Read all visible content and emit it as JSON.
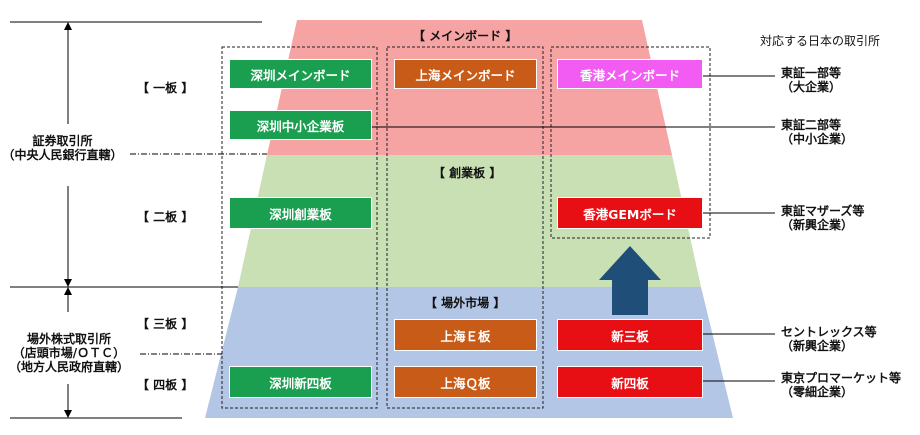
{
  "header": {
    "japan_exchanges": "対応する日本の取引所"
  },
  "zones": {
    "main": "【 メインボード 】",
    "chinext": "【 創業板 】",
    "otc": "【 場外市場 】"
  },
  "tiers": {
    "tier1": "【 一板 】",
    "tier2": "【 二板 】",
    "tier3": "【 三板 】",
    "tier4": "【 四板 】"
  },
  "left_labels": {
    "securities_exchange": [
      "証券取引所",
      "（中央人民銀行直轄）"
    ],
    "otc_exchange": [
      "場外株式取引所",
      "（店頭市場/ＯＴＣ）",
      "（地方人民政府直轄）"
    ]
  },
  "boxes": {
    "shenzhen_main": "深圳メインボード",
    "shanghai_main": "上海メインボード",
    "hongkong_main": "香港メインボード",
    "shenzhen_sme": "深圳中小企業板",
    "shenzhen_chinext": "深圳創業板",
    "hongkong_gem": "香港GEMボード",
    "shanghai_e": "上海Ｅ板",
    "new_third": "新三板",
    "shenzhen_new4": "深圳新四板",
    "shanghai_q": "上海Ｑ板",
    "new_fourth": "新四板"
  },
  "japan": {
    "tse1": [
      "東証一部等",
      "（大企業）"
    ],
    "tse2": [
      "東証二部等",
      "（中小企業）"
    ],
    "mothers": [
      "東証マザーズ等",
      "（新興企業）"
    ],
    "centrex": [
      "セントレックス等",
      "（新興企業）"
    ],
    "tokyo_pro": [
      "東京プロマーケット等",
      "（零細企業）"
    ]
  },
  "colors": {
    "main_zone": "#f5a3a3",
    "chinext_zone": "#c9e0b4",
    "otc_zone": "#b3c6e6",
    "green_box": "#1a9e4f",
    "orange_box": "#c95b18",
    "red_box": "#e80f14",
    "pink_box": "#f25cf2",
    "arrow": "#1f4e79"
  }
}
